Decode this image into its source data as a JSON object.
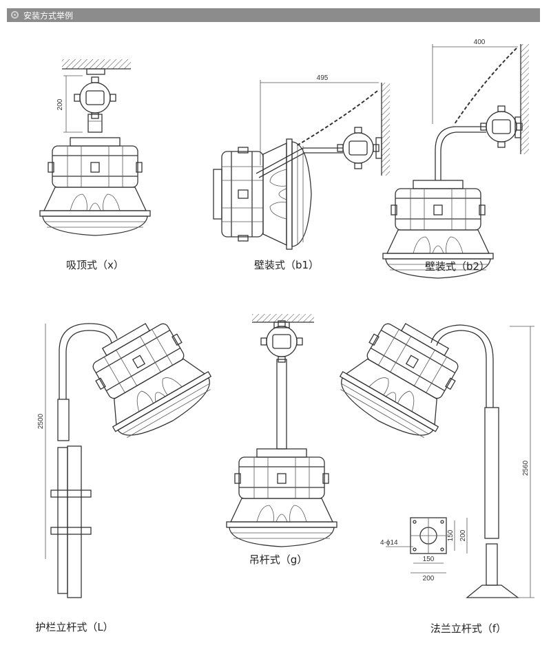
{
  "header": {
    "title": "安装方式举例"
  },
  "diagrams": [
    {
      "id": "x",
      "caption": "吸顶式（x）",
      "dimensions": [
        "200"
      ]
    },
    {
      "id": "b1",
      "caption": "壁装式（b1）",
      "dimensions": [
        "495"
      ]
    },
    {
      "id": "b2",
      "caption": "壁装式（b2）",
      "dimensions": [
        "400"
      ]
    },
    {
      "id": "L",
      "caption": "护栏立杆式（L）",
      "dimensions": [
        "2500"
      ]
    },
    {
      "id": "g",
      "caption": "吊杆式（g）",
      "dimensions": []
    },
    {
      "id": "f",
      "caption": "法兰立杆式（f）",
      "dimensions": [
        "2560"
      ]
    }
  ],
  "flange_plate": {
    "hole_spec": "4-ϕ14",
    "inner_dim": "150",
    "outer_dim": "200"
  }
}
